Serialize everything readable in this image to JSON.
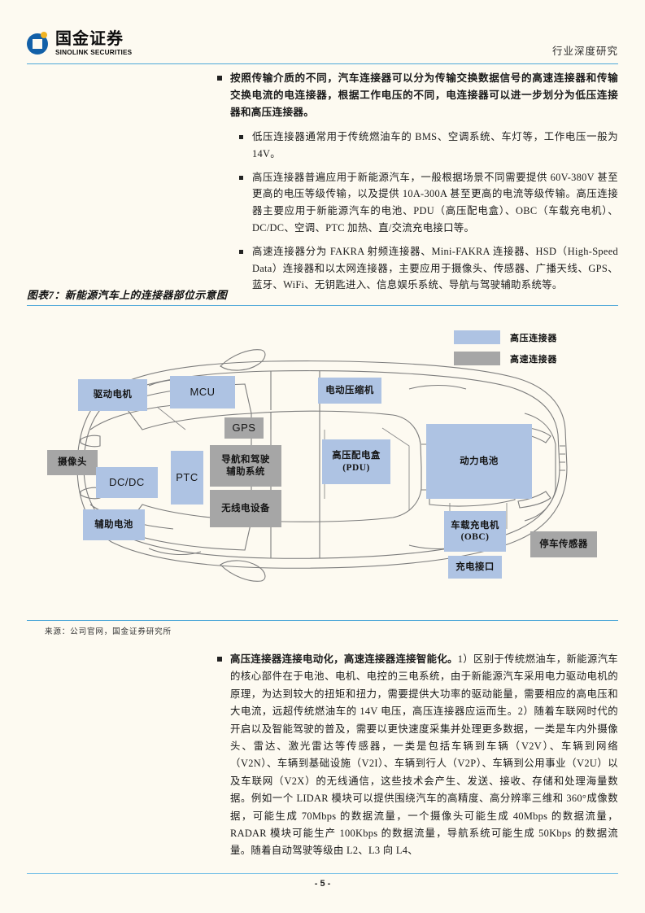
{
  "header": {
    "logo_cn": "国金证券",
    "logo_en": "SINOLINK SECURITIES",
    "right_title": "行业深度研究"
  },
  "body": {
    "bullet1": "按照传输介质的不同，汽车连接器可以分为传输交换数据信号的高速连接器和传输交换电流的电连接器，根据工作电压的不同，电连接器可以进一步划分为低压连接器和高压连接器。",
    "sub1": "低压连接器通常用于传统燃油车的 BMS、空调系统、车灯等，工作电压一般为 14V。",
    "sub2": "高压连接器普遍应用于新能源汽车，一般根据场景不同需要提供 60V-380V 甚至更高的电压等级传输，以及提供 10A-300A 甚至更高的电流等级传输。高压连接器主要应用于新能源汽车的电池、PDU（高压配电盒）、OBC（车载充电机）、DC/DC、空调、PTC 加热、直/交流充电接口等。",
    "sub3": "高速连接器分为 FAKRA 射频连接器、Mini-FAKRA 连接器、HSD（High-Speed Data）连接器和以太网连接器，主要应用于摄像头、传感器、广播天线、GPS、蓝牙、WiFi、无钥匙进入、信息娱乐系统、导航与驾驶辅助系统等。"
  },
  "figure": {
    "caption": "图表7：新能源汽车上的连接器部位示意图",
    "source": "来源：公司官网，国金证券研究所",
    "legend": [
      {
        "label": "高压连接器",
        "color": "#aec3e3"
      },
      {
        "label": "高速连接器",
        "color": "#a6a6a6"
      }
    ],
    "colors": {
      "high_voltage": "#aec3e3",
      "high_speed": "#a6a6a6",
      "background": "#fdfaf1",
      "car_line": "#7b7b7b"
    },
    "labels": [
      {
        "text": "驱动电机",
        "type": "hv",
        "script": "cn"
      },
      {
        "text": "MCU",
        "type": "hv",
        "script": "en"
      },
      {
        "text": "GPS",
        "type": "hs",
        "script": "en"
      },
      {
        "text": "电动压缩机",
        "type": "hv",
        "script": "cn"
      },
      {
        "text": "导航和驾驶\n辅助系统",
        "type": "hs",
        "script": "cn"
      },
      {
        "text": "摄像头",
        "type": "hs",
        "script": "cn"
      },
      {
        "text": "PTC",
        "type": "hv",
        "script": "en"
      },
      {
        "text": "高压配电盒\n(PDU)",
        "type": "hv",
        "script": "cn"
      },
      {
        "text": "动力电池",
        "type": "hv",
        "script": "cn"
      },
      {
        "text": "DC/DC",
        "type": "hv",
        "script": "en"
      },
      {
        "text": "无线电设备",
        "type": "hs",
        "script": "cn"
      },
      {
        "text": "辅助电池",
        "type": "hv",
        "script": "cn"
      },
      {
        "text": "车载充电机\n(OBC)",
        "type": "hv",
        "script": "cn"
      },
      {
        "text": "充电接口",
        "type": "hv",
        "script": "cn"
      },
      {
        "text": "停车传感器",
        "type": "hs",
        "script": "cn"
      }
    ]
  },
  "bottom": {
    "lead": "高压连接器连接电动化，高速连接器连接智能化。",
    "text": "1）区别于传统燃油车，新能源汽车的核心部件在于电池、电机、电控的三电系统，由于新能源汽车采用电力驱动电机的原理，为达到较大的扭矩和扭力，需要提供大功率的驱动能量，需要相应的高电压和大电流，远超传统燃油车的 14V 电压，高压连接器应运而生。2）随着车联网时代的开启以及智能驾驶的普及，需要以更快速度采集并处理更多数据，一类是车内外摄像头、雷达、激光雷达等传感器，一类是包括车辆到车辆（V2V）、车辆到网络（V2N）、车辆到基础设施（V2I）、车辆到行人（V2P）、车辆到公用事业（V2U）以及车联网（V2X）的无线通信，这些技术会产生、发送、接收、存储和处理海量数据。例如一个 LIDAR 模块可以提供围绕汽车的高精度、高分辨率三维和 360°成像数据，可能生成 70Mbps 的数据流量，一个摄像头可能生成 40Mbps 的数据流量，RADAR 模块可能生产 100Kbps 的数据流量，导航系统可能生成 50Kbps 的数据流量。随着自动驾驶等级由 L2、L3 向 L4、"
  },
  "footer": {
    "page_number": "- 5 -"
  }
}
